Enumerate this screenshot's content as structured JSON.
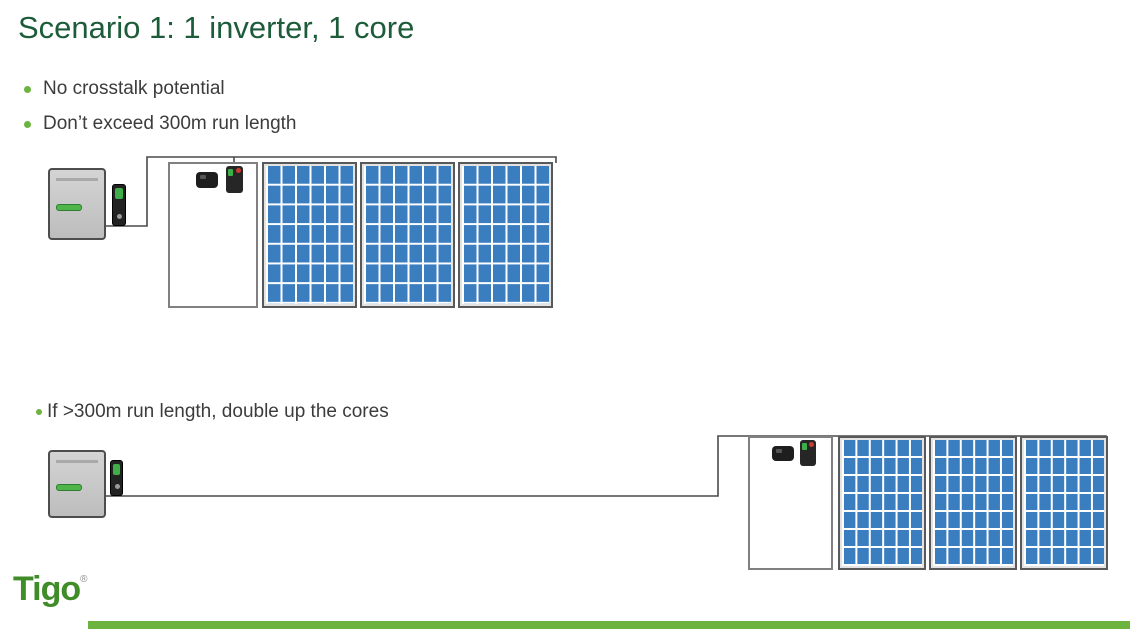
{
  "title": "Scenario 1: 1 inverter, 1 core",
  "bullets": [
    "No crosstalk potential",
    "Don’t exceed 300m run length"
  ],
  "note": "If >300m run length, double up the cores",
  "logo": {
    "text": "Tigo",
    "reg": "®"
  },
  "colors": {
    "title_green": "#1d5c3a",
    "bullet_marker_green": "#6cb33f",
    "panel_blue": "#3b7ec0",
    "inverter_gray": "#c8c8c8",
    "led_green": "#4fb548",
    "footer_bar_green": "#6db33f",
    "logo_green": "#3f8c28"
  }
}
